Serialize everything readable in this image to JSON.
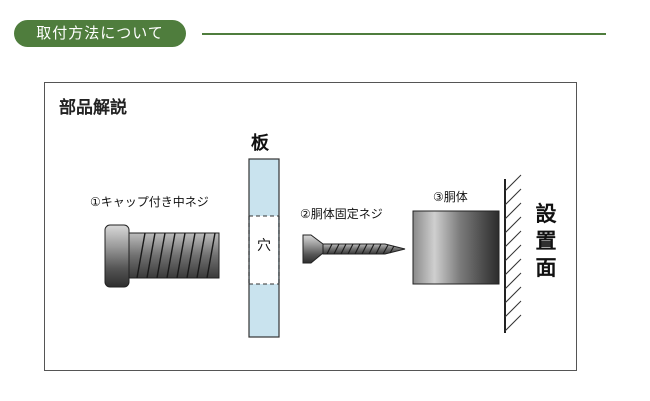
{
  "header": {
    "title": "取付方法について"
  },
  "panel": {
    "title": "部品解説"
  },
  "labels": {
    "cap_screw": "①キャップ付き中ネジ",
    "board": "板",
    "hole": "穴",
    "body_screw": "②胴体固定ネジ",
    "body": "③胴体",
    "mount_surface": "設置面"
  },
  "colors": {
    "accent": "#4f7d3d",
    "board": "#c9e3ee"
  }
}
